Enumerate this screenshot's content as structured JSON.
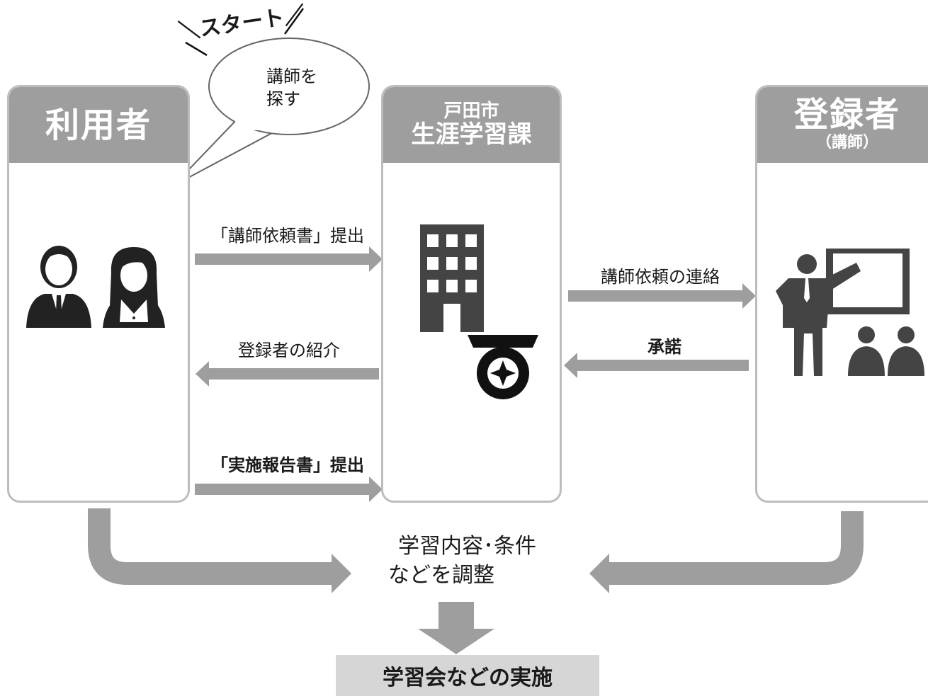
{
  "start_label": "＼スタート／",
  "bubble": {
    "line1": "講師を",
    "line2": "探す"
  },
  "actors": {
    "user": {
      "title": "利用者"
    },
    "office": {
      "line1": "戸田市",
      "line2": "生涯学習課"
    },
    "registrant": {
      "title": "登録者",
      "sub": "（講師）"
    }
  },
  "flows": {
    "request_submit": "「講師依頼書」提出",
    "introduce": "登録者の紹介",
    "report_submit": "「実施報告書」提出",
    "contact": "講師依頼の連絡",
    "accept": "承諾"
  },
  "adjust": {
    "line1": "学習内容･条件",
    "line2": "などを調整"
  },
  "result": "学習会などの実施",
  "icons": {
    "users": "two-users-icon",
    "building": "office-building-icon",
    "emblem": "city-emblem-icon",
    "teacher": "teacher-presentation-icon"
  }
}
